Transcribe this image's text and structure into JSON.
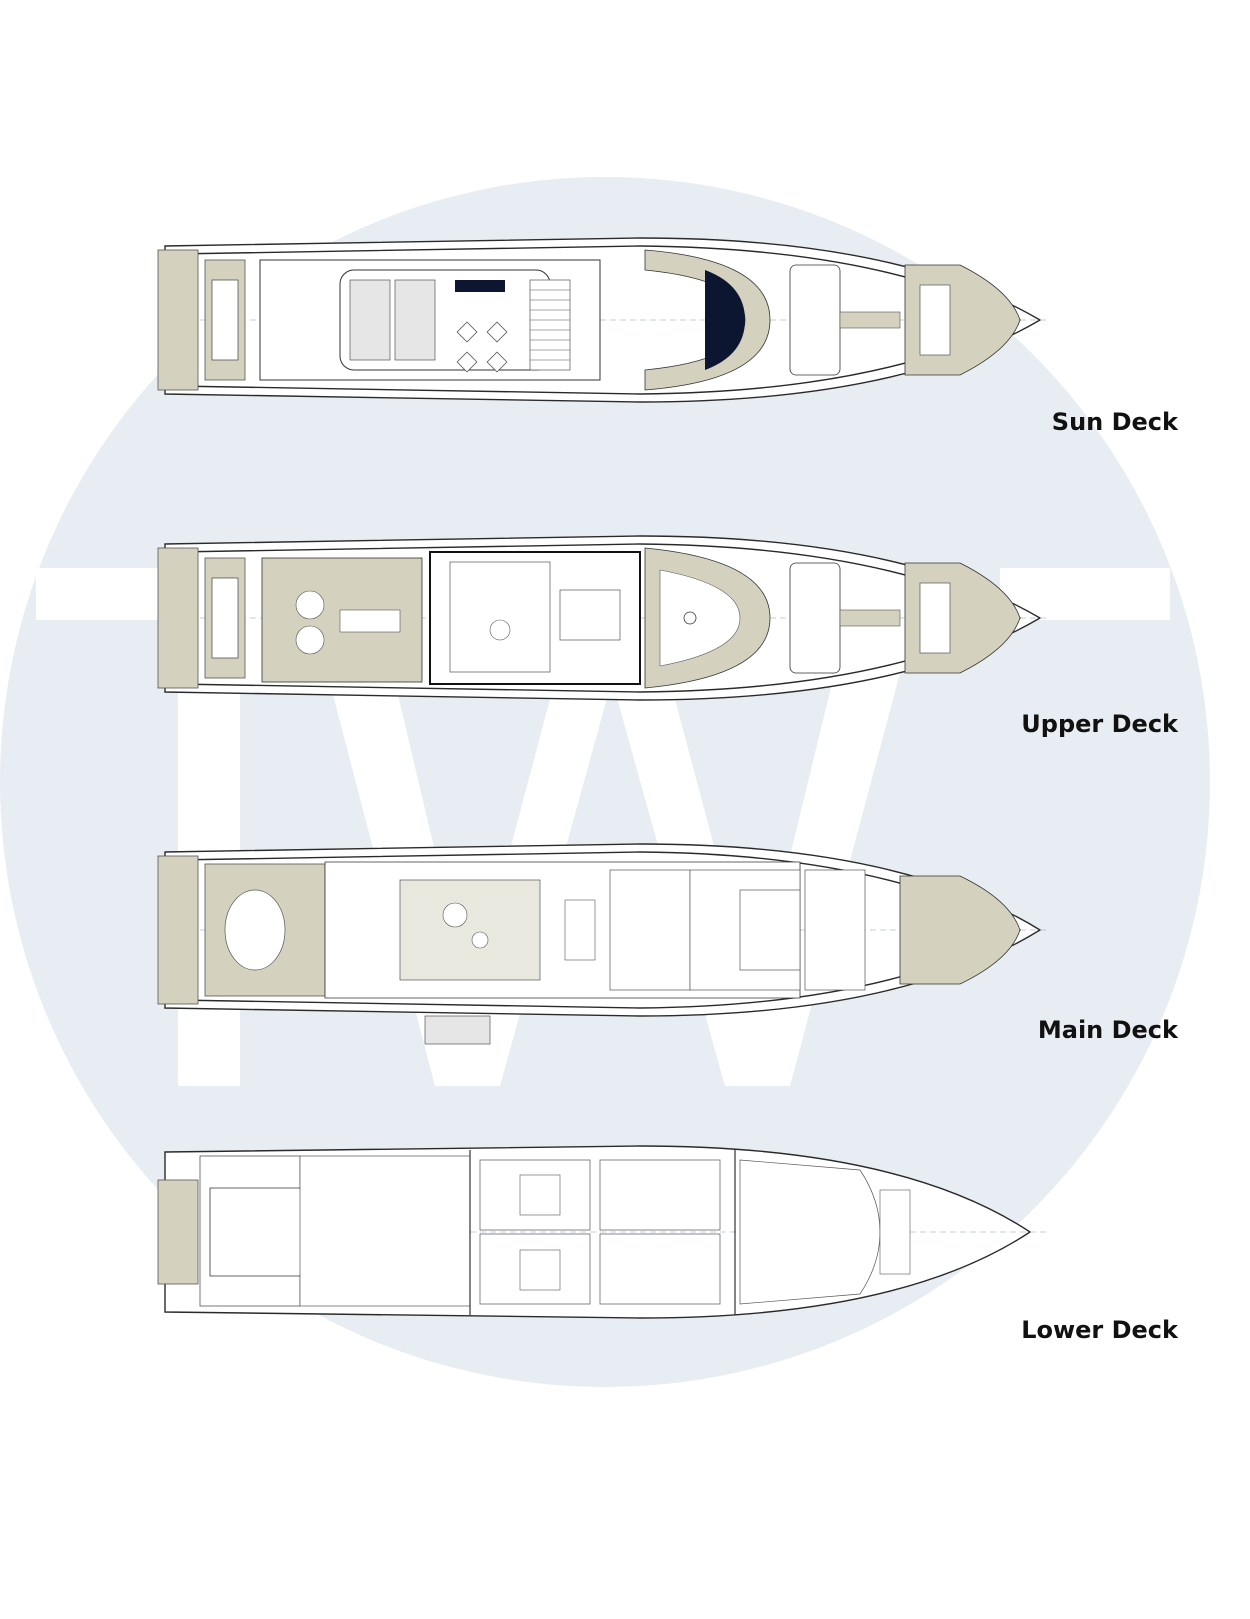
{
  "watermark": {
    "letters": "TW",
    "circle_color": "#e8edf3",
    "letter_color": "#ffffff"
  },
  "colors": {
    "hull_stroke": "#2a2a2a",
    "line": "#555555",
    "deck_teak": "#d4d1bf",
    "deck_teak_dark": "#b8b49d",
    "glass": "#0d1630",
    "floor": "#ffffff"
  },
  "decks": [
    {
      "key": "sun",
      "label": "Sun Deck"
    },
    {
      "key": "upper",
      "label": "Upper Deck"
    },
    {
      "key": "main",
      "label": "Main Deck"
    },
    {
      "key": "lower",
      "label": "Lower Deck"
    }
  ]
}
